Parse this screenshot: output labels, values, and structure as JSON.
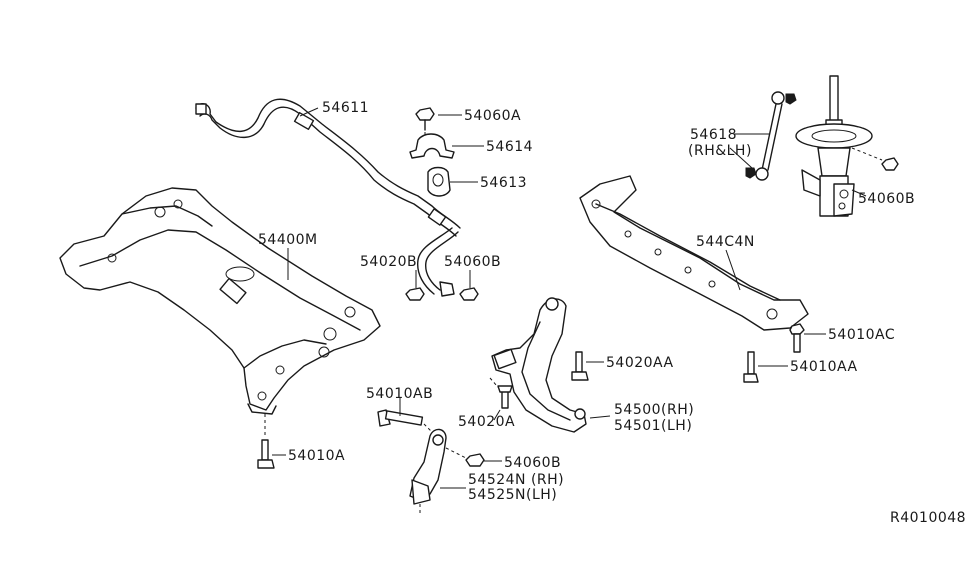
{
  "diagram": {
    "ref_code": "R4010048",
    "labels": {
      "stabilizer_bar": "54611",
      "bolt_54060A": "54060A",
      "bracket_54614": "54614",
      "bushing_54613": "54613",
      "member_54400M": "54400M",
      "nut_54020B": "54020B",
      "nut_54060B_mid": "54060B",
      "link_54618": "54618",
      "link_54618_side": "(RH&LH)",
      "nut_54060B_strut": "54060B",
      "member_544C4N": "544C4N",
      "bolt_54010AC": "54010AC",
      "bolt_54010AA": "54010AA",
      "bolt_54020AA": "54020AA",
      "bolt_54010AB": "54010AB",
      "bolt_54020A": "54020A",
      "arm_rh": "54500(RH)",
      "arm_lh": "54501(LH)",
      "nut_54060B_low": "54060B",
      "bolt_54010A": "54010A",
      "link_rh": "54524N (RH)",
      "link_lh": "54525N(LH)"
    }
  }
}
